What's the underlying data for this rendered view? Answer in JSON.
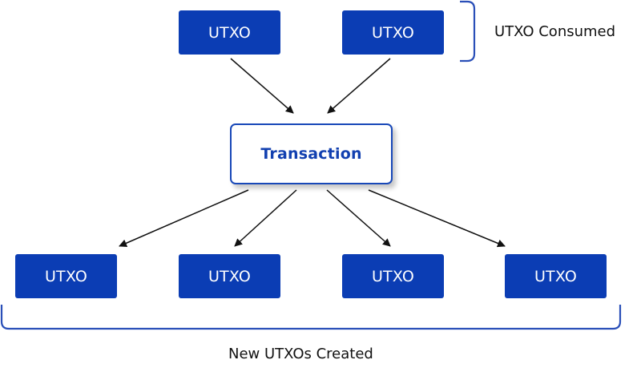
{
  "inputs": [
    {
      "label": "UTXO"
    },
    {
      "label": "UTXO"
    }
  ],
  "transaction": {
    "label": "Transaction"
  },
  "outputs": [
    {
      "label": "UTXO"
    },
    {
      "label": "UTXO"
    },
    {
      "label": "UTXO"
    },
    {
      "label": "UTXO"
    }
  ],
  "annotations": {
    "consumed": "UTXO Consumed",
    "created": "New UTXOs Created"
  },
  "colors": {
    "node_fill": "#0b3db4",
    "transaction_border": "#1848b8",
    "transaction_text": "#1240b0",
    "bracket": "#2a4fb8",
    "arrow": "#111111"
  }
}
